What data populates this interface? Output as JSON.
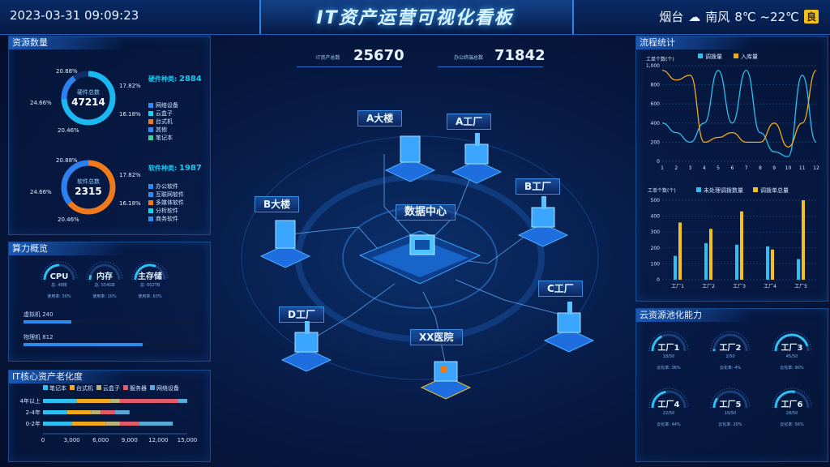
{
  "header": {
    "datetime": "2023-03-31 09:09:23",
    "title": "IT资产运营可视化看板",
    "city": "烟台",
    "wind": "南风",
    "temp": "8℃ ~22℃",
    "air_quality": "良"
  },
  "panels": {
    "assets": "资源数量",
    "compute": "算力概览",
    "aging": "IT核心资产老化度",
    "flow": "流程统计",
    "cloud": "云资源池化能力"
  },
  "hardware": {
    "center_label": "硬件总数",
    "total": "47214",
    "kinds_label": "硬件种类:",
    "kinds": "2884",
    "pcts": [
      "20.88%",
      "17.82%",
      "24.66%",
      "16.18%",
      "20.46%"
    ],
    "legend": [
      "网络设备",
      "云盒子",
      "台式机",
      "其他",
      "笔记本"
    ],
    "colors": [
      "#2e8cf0",
      "#19d3e8",
      "#f07a1a",
      "#2e8cf0",
      "#3cd2a0"
    ]
  },
  "software": {
    "center_label": "软件总数",
    "total": "2315",
    "kinds_label": "软件种类:",
    "kinds": "1987",
    "pcts": [
      "20.88%",
      "17.82%",
      "24.66%",
      "16.18%",
      "20.46%"
    ],
    "legend": [
      "办公软件",
      "互联网软件",
      "多媒体软件",
      "分析软件",
      "商务软件"
    ],
    "colors": [
      "#2e8cf0",
      "#2e8cf0",
      "#f07a1a",
      "#19d3e8",
      "#2e8cf0"
    ]
  },
  "compute": {
    "gauges": [
      {
        "name": "CPU",
        "sub": "总: 48核",
        "rate": "使用率: 50%",
        "value": 0.5
      },
      {
        "name": "内存",
        "sub": "总: 554GB",
        "rate": "使用率: 10%",
        "value": 0.1
      },
      {
        "name": "主存储",
        "sub": "总: 602TB",
        "rate": "使用率: 63%",
        "value": 0.63
      }
    ],
    "vm_label": "虚拟机 240",
    "vm_value": 0.28,
    "pm_label": "物理机 812",
    "pm_value": 0.7
  },
  "stats": {
    "it_label": "IT资产总数",
    "it_value": "25670",
    "office_label": "办公终端总数",
    "office_value": "71842"
  },
  "buildings": {
    "center": "数据中心",
    "a_building": "A大楼",
    "a_factory": "A工厂",
    "b_building": "B大楼",
    "b_factory": "B工厂",
    "c_factory": "C工厂",
    "d_factory": "D工厂",
    "xx_hospital": "XX医院"
  },
  "chart_data": [
    {
      "type": "bar",
      "orientation": "horizontal-stacked",
      "categories": [
        "0-2年",
        "2-4年",
        "4年以上"
      ],
      "series": [
        {
          "name": "笔记本",
          "values": [
            3000,
            2500,
            3500
          ],
          "color": "#2ec0f0"
        },
        {
          "name": "台式机",
          "values": [
            3500,
            2500,
            3500
          ],
          "color": "#f2a81b"
        },
        {
          "name": "云盒子",
          "values": [
            1500,
            1000,
            1000
          ],
          "color": "#b9b27a"
        },
        {
          "name": "服务器",
          "values": [
            2000,
            1500,
            6000
          ],
          "color": "#e25b6a"
        },
        {
          "name": "网络设备",
          "values": [
            3500,
            1500,
            1000
          ],
          "color": "#5aa9d6"
        }
      ],
      "xticks": [
        "0",
        "3,000",
        "6,000",
        "9,000",
        "12,000",
        "15,000"
      ],
      "xlim": [
        0,
        15000
      ]
    },
    {
      "type": "line",
      "ylabel": "工单个数(个)",
      "x": [
        1,
        2,
        3,
        4,
        5,
        6,
        7,
        8,
        9,
        10,
        11,
        12
      ],
      "series": [
        {
          "name": "调拨量",
          "values": [
            400,
            300,
            200,
            400,
            950,
            400,
            950,
            300,
            100,
            50,
            900,
            200
          ],
          "color": "#2ec0f0"
        },
        {
          "name": "入库量",
          "values": [
            950,
            850,
            900,
            200,
            250,
            300,
            200,
            200,
            400,
            150,
            400,
            950
          ],
          "color": "#f2a81b"
        }
      ],
      "ylim": [
        0,
        1000
      ],
      "yticks": [
        "0",
        "200",
        "400",
        "600",
        "800",
        "1,000"
      ]
    },
    {
      "type": "bar",
      "ylabel": "工单个数(个)",
      "categories": [
        "工厂1",
        "工厂2",
        "工厂3",
        "工厂4",
        "工厂5"
      ],
      "series": [
        {
          "name": "未处理调拨数量",
          "values": [
            150,
            230,
            220,
            210,
            130
          ],
          "color": "#2ec0f0"
        },
        {
          "name": "调拨单总量",
          "values": [
            360,
            320,
            430,
            190,
            500
          ],
          "color": "#f2c21b"
        }
      ],
      "ylim": [
        0,
        500
      ],
      "yticks": [
        "0",
        "100",
        "200",
        "300",
        "400",
        "500"
      ]
    }
  ],
  "cloud": {
    "gauges": [
      {
        "name": "工厂1",
        "count": "18/50",
        "rate": "云化率: 36%",
        "value": 0.36
      },
      {
        "name": "工厂2",
        "count": "2/50",
        "rate": "云化率: 4%",
        "value": 0.04
      },
      {
        "name": "工厂3",
        "count": "45/50",
        "rate": "云化率: 90%",
        "value": 0.9
      },
      {
        "name": "工厂4",
        "count": "22/50",
        "rate": "云化率: 44%",
        "value": 0.44
      },
      {
        "name": "工厂5",
        "count": "10/50",
        "rate": "云化率: 20%",
        "value": 0.2
      },
      {
        "name": "工厂6",
        "count": "28/50",
        "rate": "云化率: 56%",
        "value": 0.56
      }
    ]
  }
}
